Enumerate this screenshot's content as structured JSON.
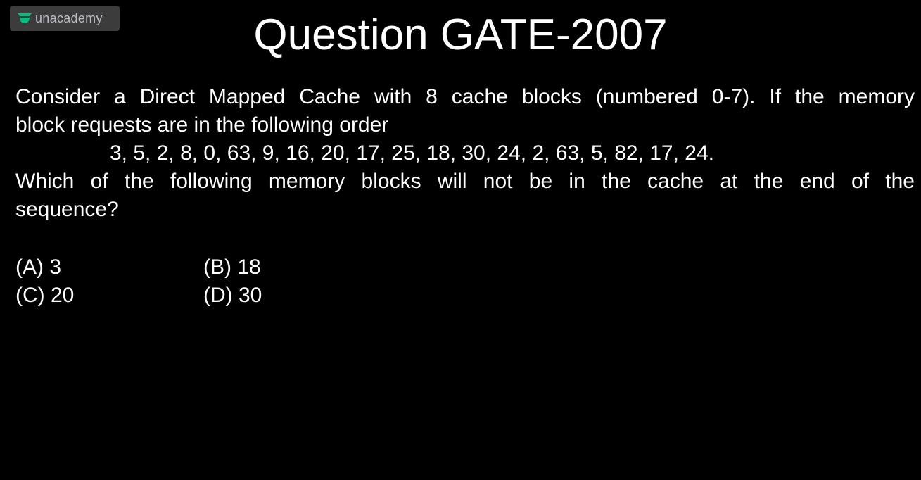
{
  "watermark": {
    "brand": "unacademy",
    "icon": "unacademy-logo-icon",
    "icon_color": "#08bd80"
  },
  "slide": {
    "title": "Question GATE-2007",
    "question": {
      "line1": "Consider a Direct Mapped Cache with 8 cache blocks (numbered 0-7). If the memory",
      "line2": "block requests are in the following order",
      "sequence": "3, 5, 2, 8, 0, 63, 9, 16, 20, 17, 25, 18, 30, 24, 2, 63, 5, 82, 17, 24.",
      "line4": "Which of the following memory blocks will not be in the cache at the end of the",
      "line5": "sequence?"
    },
    "options": {
      "a": "(A) 3",
      "b": "(B) 18",
      "c": "(C) 20",
      "d": "(D) 30"
    }
  },
  "colors": {
    "background": "#000000",
    "text": "#ffffff",
    "watermark_bg": "#464646",
    "watermark_text": "#b9bcc2"
  }
}
